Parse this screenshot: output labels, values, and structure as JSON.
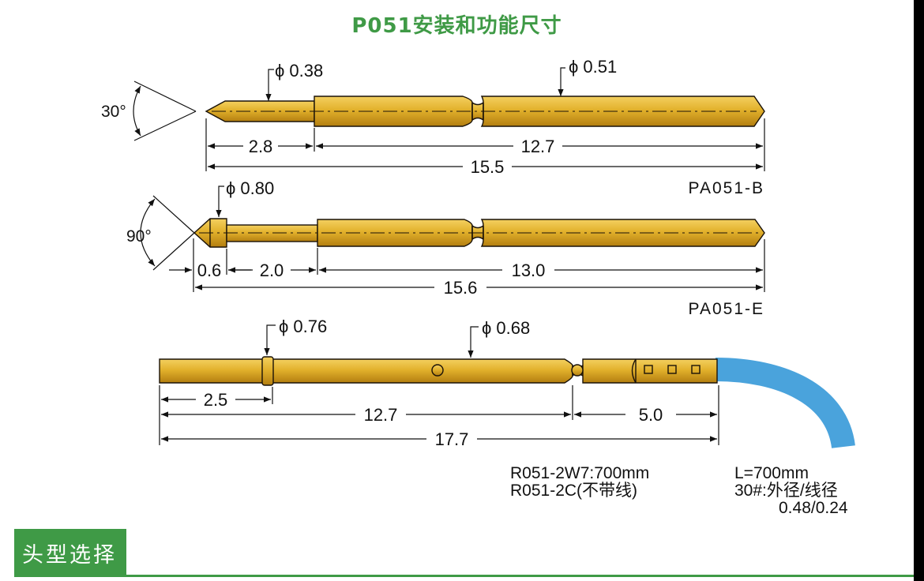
{
  "title": "P051安装和功能尺寸",
  "probe_b": {
    "angle": "30°",
    "tip_diameter": "ϕ 0.38",
    "barrel_diameter": "ϕ 0.51",
    "dim_tip": "2.8",
    "dim_barrel": "12.7",
    "dim_total": "15.5",
    "model": "PA051-B"
  },
  "probe_e": {
    "angle": "90°",
    "head_diameter": "ϕ 0.80",
    "dim_head": "0.6",
    "dim_neck": "2.0",
    "dim_barrel": "13.0",
    "dim_total": "15.6",
    "model": "PA051-E"
  },
  "receptacle": {
    "collar_diameter": "ϕ 0.76",
    "body_diameter": "ϕ 0.68",
    "dim_collar": "2.5",
    "dim_main": "12.7",
    "dim_tail": "5.0",
    "dim_total": "17.7",
    "model_line1": "R051-2W7:700mm",
    "model_line2": "R051-2C(不带线)"
  },
  "wire": {
    "length": "L=700mm",
    "spec": "30#:外径/线径",
    "values": "0.48/0.24",
    "color": "#4aa3dc"
  },
  "colors": {
    "accent": "#3f9a46",
    "gold": "#d8a320"
  },
  "section_tab": "头型选择"
}
